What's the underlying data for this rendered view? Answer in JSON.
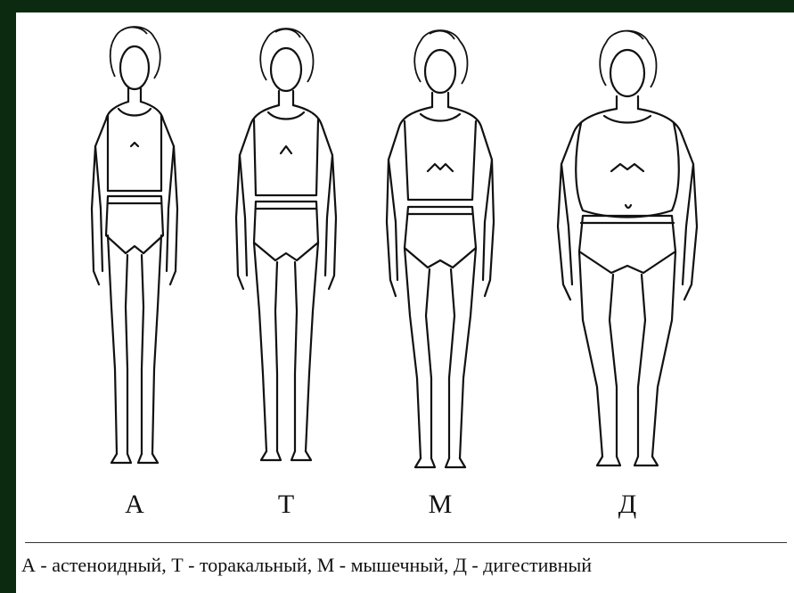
{
  "figures": [
    {
      "id": "A",
      "label": "А"
    },
    {
      "id": "T",
      "label": "Т"
    },
    {
      "id": "M",
      "label": "М"
    },
    {
      "id": "D",
      "label": "Д"
    }
  ],
  "legend": "А - астеноидный, Т - торакальный, М - мышечный, Д - дигестивный",
  "colors": {
    "frame": "#0b2a10",
    "sheet": "#ffffff",
    "ink": "#111111"
  }
}
